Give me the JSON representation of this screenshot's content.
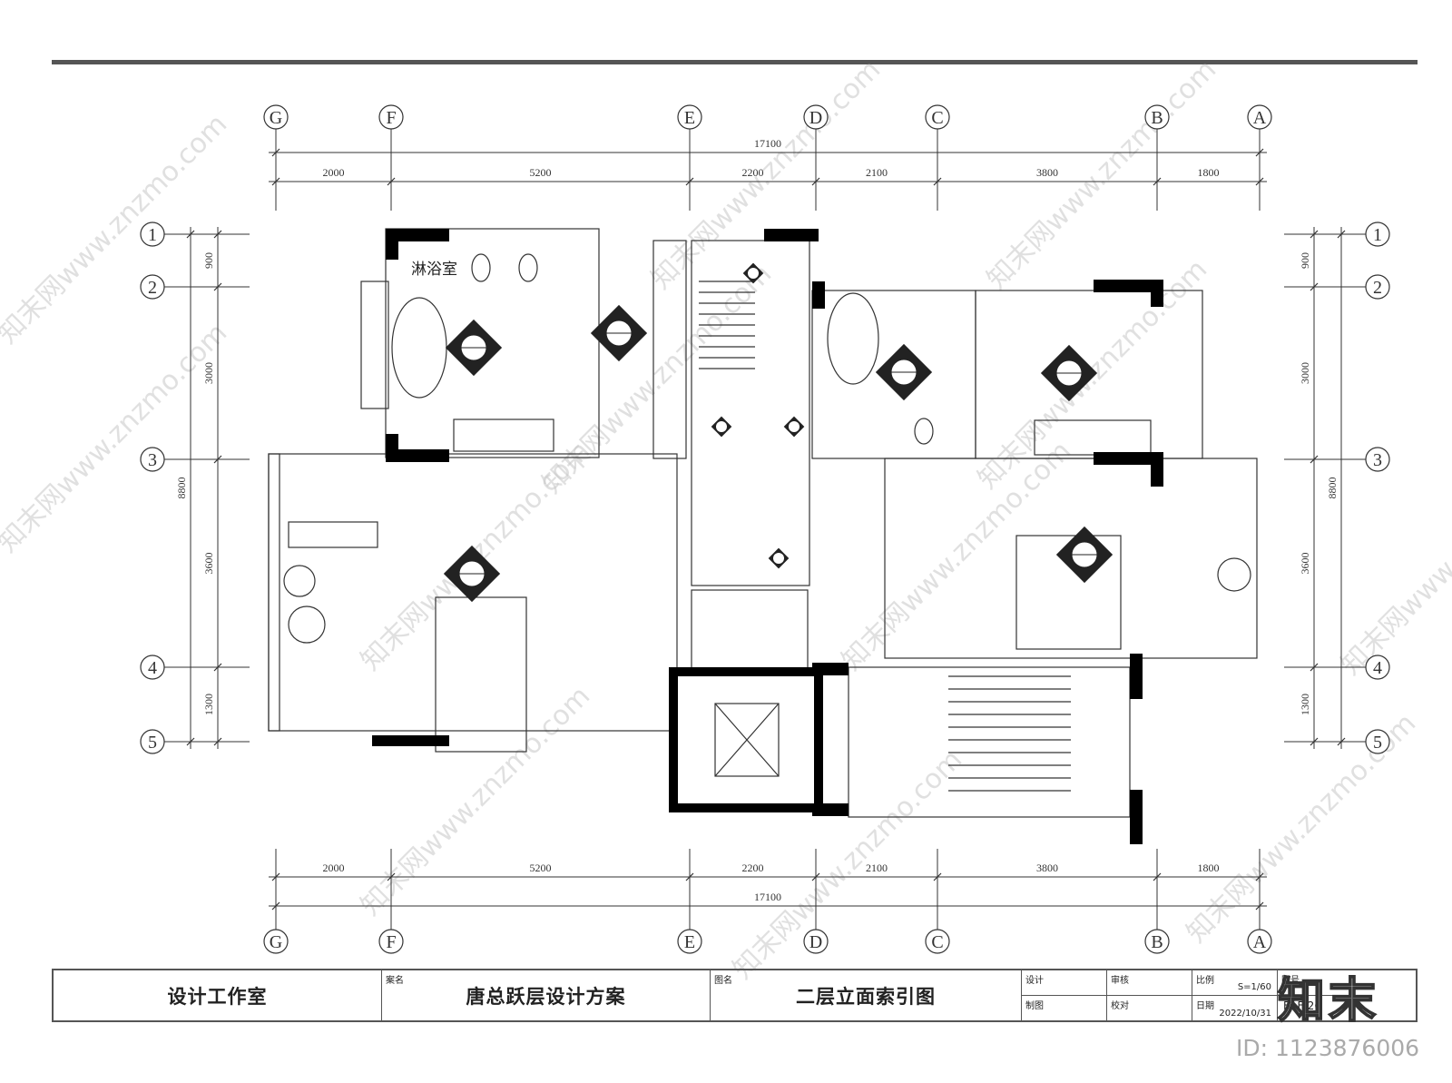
{
  "axes_top": [
    "G",
    "F",
    "E",
    "D",
    "C",
    "B",
    "A"
  ],
  "axes_bottom": [
    "G",
    "F",
    "E",
    "D",
    "C",
    "B",
    "A"
  ],
  "axes_left": [
    "1",
    "2",
    "3",
    "4",
    "5"
  ],
  "axes_right": [
    "1",
    "2",
    "3",
    "4",
    "5"
  ],
  "dims_top_total": "17100",
  "dims_top": [
    "2000",
    "5200",
    "2200",
    "2100",
    "3800",
    "1800"
  ],
  "dims_bottom_total": "17100",
  "dims_bottom": [
    "2000",
    "5200",
    "2200",
    "2100",
    "3800",
    "1800"
  ],
  "dims_left_total": "8800",
  "dims_left": [
    "900",
    "3000",
    "3600",
    "1300"
  ],
  "dims_right_total": "8800",
  "dims_right": [
    "900",
    "3000",
    "3600",
    "1300"
  ],
  "room_label": "淋浴室",
  "watermark": "知末网www.znzmo.com",
  "title_block": {
    "studio": "设计工作室",
    "project_label": "案名",
    "project": "唐总跃层设计方案",
    "drawing_label": "图名",
    "drawing": "二层立面索引图",
    "design_label": "设计",
    "review_label": "审核",
    "scale_label": "比例",
    "scale": "S=1/60",
    "sheet_label": "图号",
    "sheet": "EI-F-26",
    "draw_label": "制图",
    "check_label": "校对",
    "date_label": "日期",
    "date": "2022/10/31"
  },
  "logo": "知末",
  "image_id": "ID: 1123876006",
  "colors": {
    "line": "#333333",
    "wall": "#000000",
    "watermark": "#c8c8c8"
  }
}
